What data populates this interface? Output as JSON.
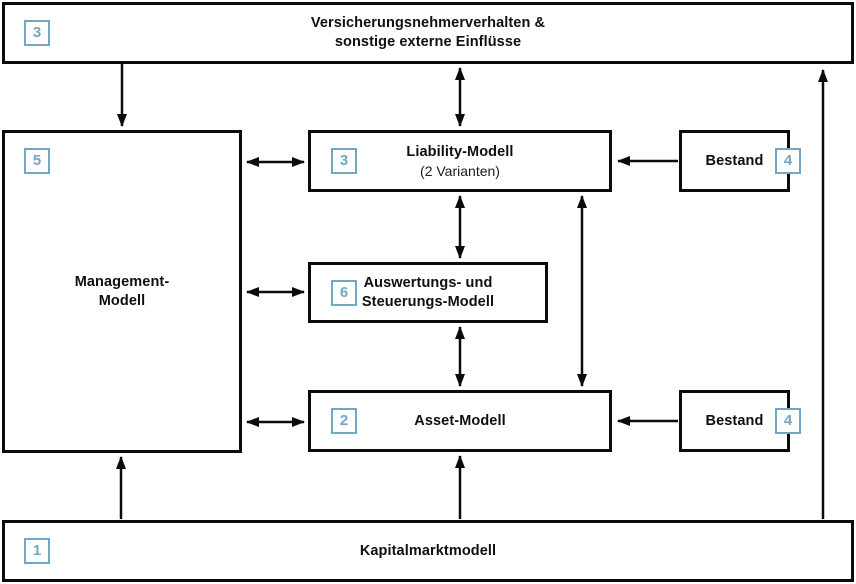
{
  "diagram": {
    "accent_color": "#6FA7C4",
    "external_influences": {
      "badge": "3",
      "line1": "Versicherungsnehmerverhalten &",
      "line2": "sonstige externe Einflüsse"
    },
    "management_model": {
      "badge": "5",
      "line1": "Management-",
      "line2": "Modell"
    },
    "liability_model": {
      "badge": "3",
      "title": "Liability-Modell",
      "subtitle": "(2 Varianten)"
    },
    "evaluation_model": {
      "badge": "6",
      "line1": "Auswertungs- und",
      "line2": "Steuerungs-Modell"
    },
    "asset_model": {
      "badge": "2",
      "title": "Asset-Modell"
    },
    "portfolio_top": {
      "badge": "4",
      "title": "Bestand"
    },
    "portfolio_bottom": {
      "badge": "4",
      "title": "Bestand"
    },
    "capital_market_model": {
      "badge": "1",
      "title": "Kapitalmarktmodell"
    }
  }
}
